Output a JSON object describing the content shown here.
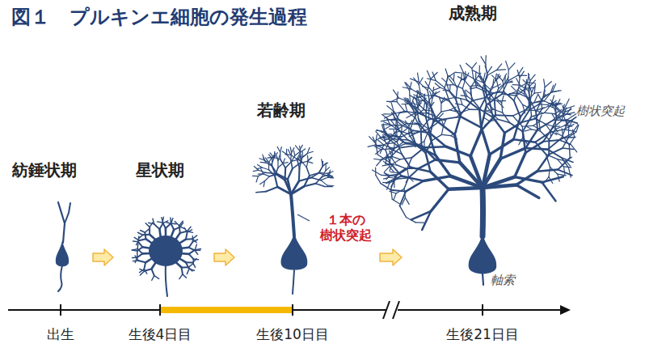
{
  "diagram": {
    "title": "図１　プルキンエ細胞の発生過程",
    "nodes": [
      {
        "text": [
          "紡錘状期"
        ]
      },
      {
        "text": [
          "星状期"
        ]
      },
      {
        "text": [
          "若齢期"
        ]
      },
      {
        "text": [
          "成熟期"
        ]
      }
    ],
    "edges": [
      {
        "from": 0,
        "to": 1,
        "arrow": "to"
      },
      {
        "from": 1,
        "to": 2,
        "arrow": "to"
      },
      {
        "from": 2,
        "to": 3,
        "arrow": "to"
      }
    ],
    "labels": [
      "１本の 樹状突起",
      "樹状突起",
      "軸索",
      "出生",
      "生後4日目",
      "生後10日目",
      "生後21日目"
    ]
  }
}
